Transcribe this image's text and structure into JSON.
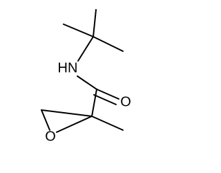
{
  "molecule": {
    "atoms": {
      "amine": "HN",
      "carbonyl_oxygen": "O",
      "epoxide_oxygen": "O"
    },
    "colors": {
      "bond": "#000000",
      "label": "#000000",
      "background": "#ffffff"
    }
  }
}
